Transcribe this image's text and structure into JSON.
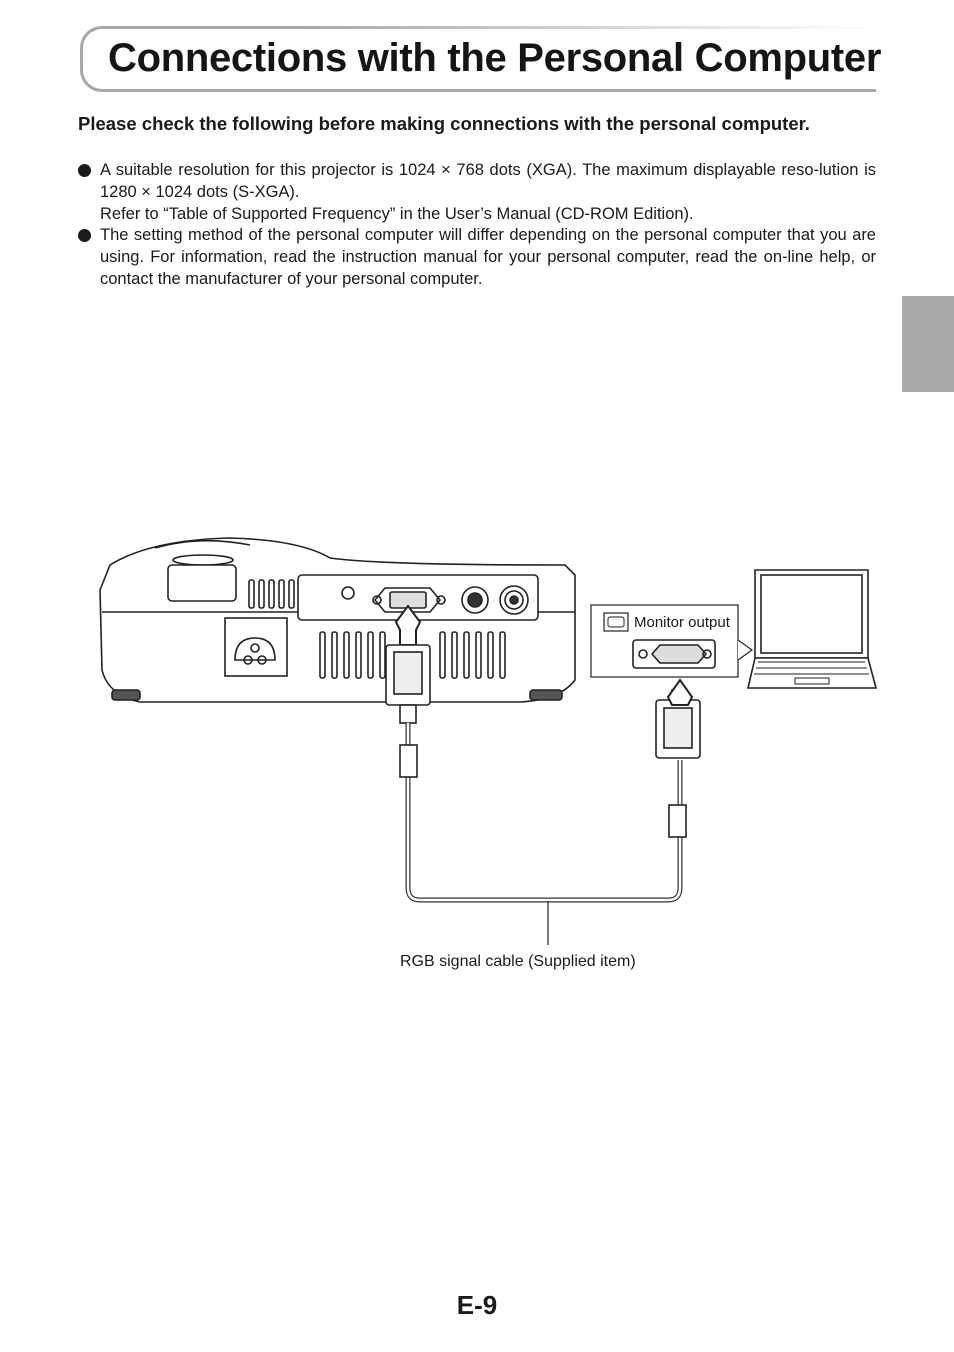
{
  "page": {
    "title": "Connections with the Personal Computer",
    "intro": "Please check the following before making connections with the personal computer.",
    "bullets": [
      {
        "line1": "A suitable resolution for this projector is 1024 × 768 dots (XGA). The maximum displayable reso-lution is 1280 × 1024 dots (S-XGA).",
        "line2": "Refer to “Table of Supported Frequency” in the User’s Manual (CD-ROM Edition)."
      },
      {
        "line1": "The setting method of the personal computer will differ depending on the personal computer that you are using. For information, read the instruction manual for your personal computer, read the on-line help, or contact the manufacturer of your personal computer."
      }
    ],
    "page_number": "E-9"
  },
  "diagram": {
    "monitor_output_label": "Monitor output",
    "cable_label": "RGB signal cable (Supplied item)"
  }
}
